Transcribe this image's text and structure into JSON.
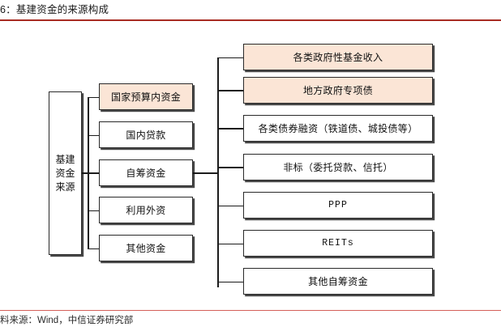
{
  "header": {
    "title": "6：基建资金的来源构成",
    "rule_color": "#A82B22"
  },
  "footer": {
    "source_note": "料来源：Wind，中信证券研究部",
    "rule_color": "#D4605A"
  },
  "theme": {
    "accent_fill": "#FBE5D6",
    "box_border": "#2a2a2a",
    "box_fill": "#ffffff",
    "line_color": "#1c1c1c"
  },
  "diagram": {
    "type": "tree",
    "root": {
      "label": "基建资金来源",
      "highlighted": false
    },
    "level2": [
      {
        "label": "国家预算内资金",
        "highlighted": true
      },
      {
        "label": "国内贷款",
        "highlighted": false
      },
      {
        "label": "自筹资金",
        "highlighted": false
      },
      {
        "label": "利用外资",
        "highlighted": false
      },
      {
        "label": "其他资金",
        "highlighted": false
      }
    ],
    "level3_parent": "自筹资金",
    "level3": [
      {
        "label": "各类政府性基金收入",
        "highlighted": true
      },
      {
        "label": "地方政府专项债",
        "highlighted": true
      },
      {
        "label": "各类债券融资（铁道债、城投债等）",
        "highlighted": false
      },
      {
        "label": "非标（委托贷款、信托）",
        "highlighted": false
      },
      {
        "label": "PPP",
        "highlighted": false
      },
      {
        "label": "REITs",
        "highlighted": false
      },
      {
        "label": "其他自筹资金",
        "highlighted": false
      }
    ]
  }
}
